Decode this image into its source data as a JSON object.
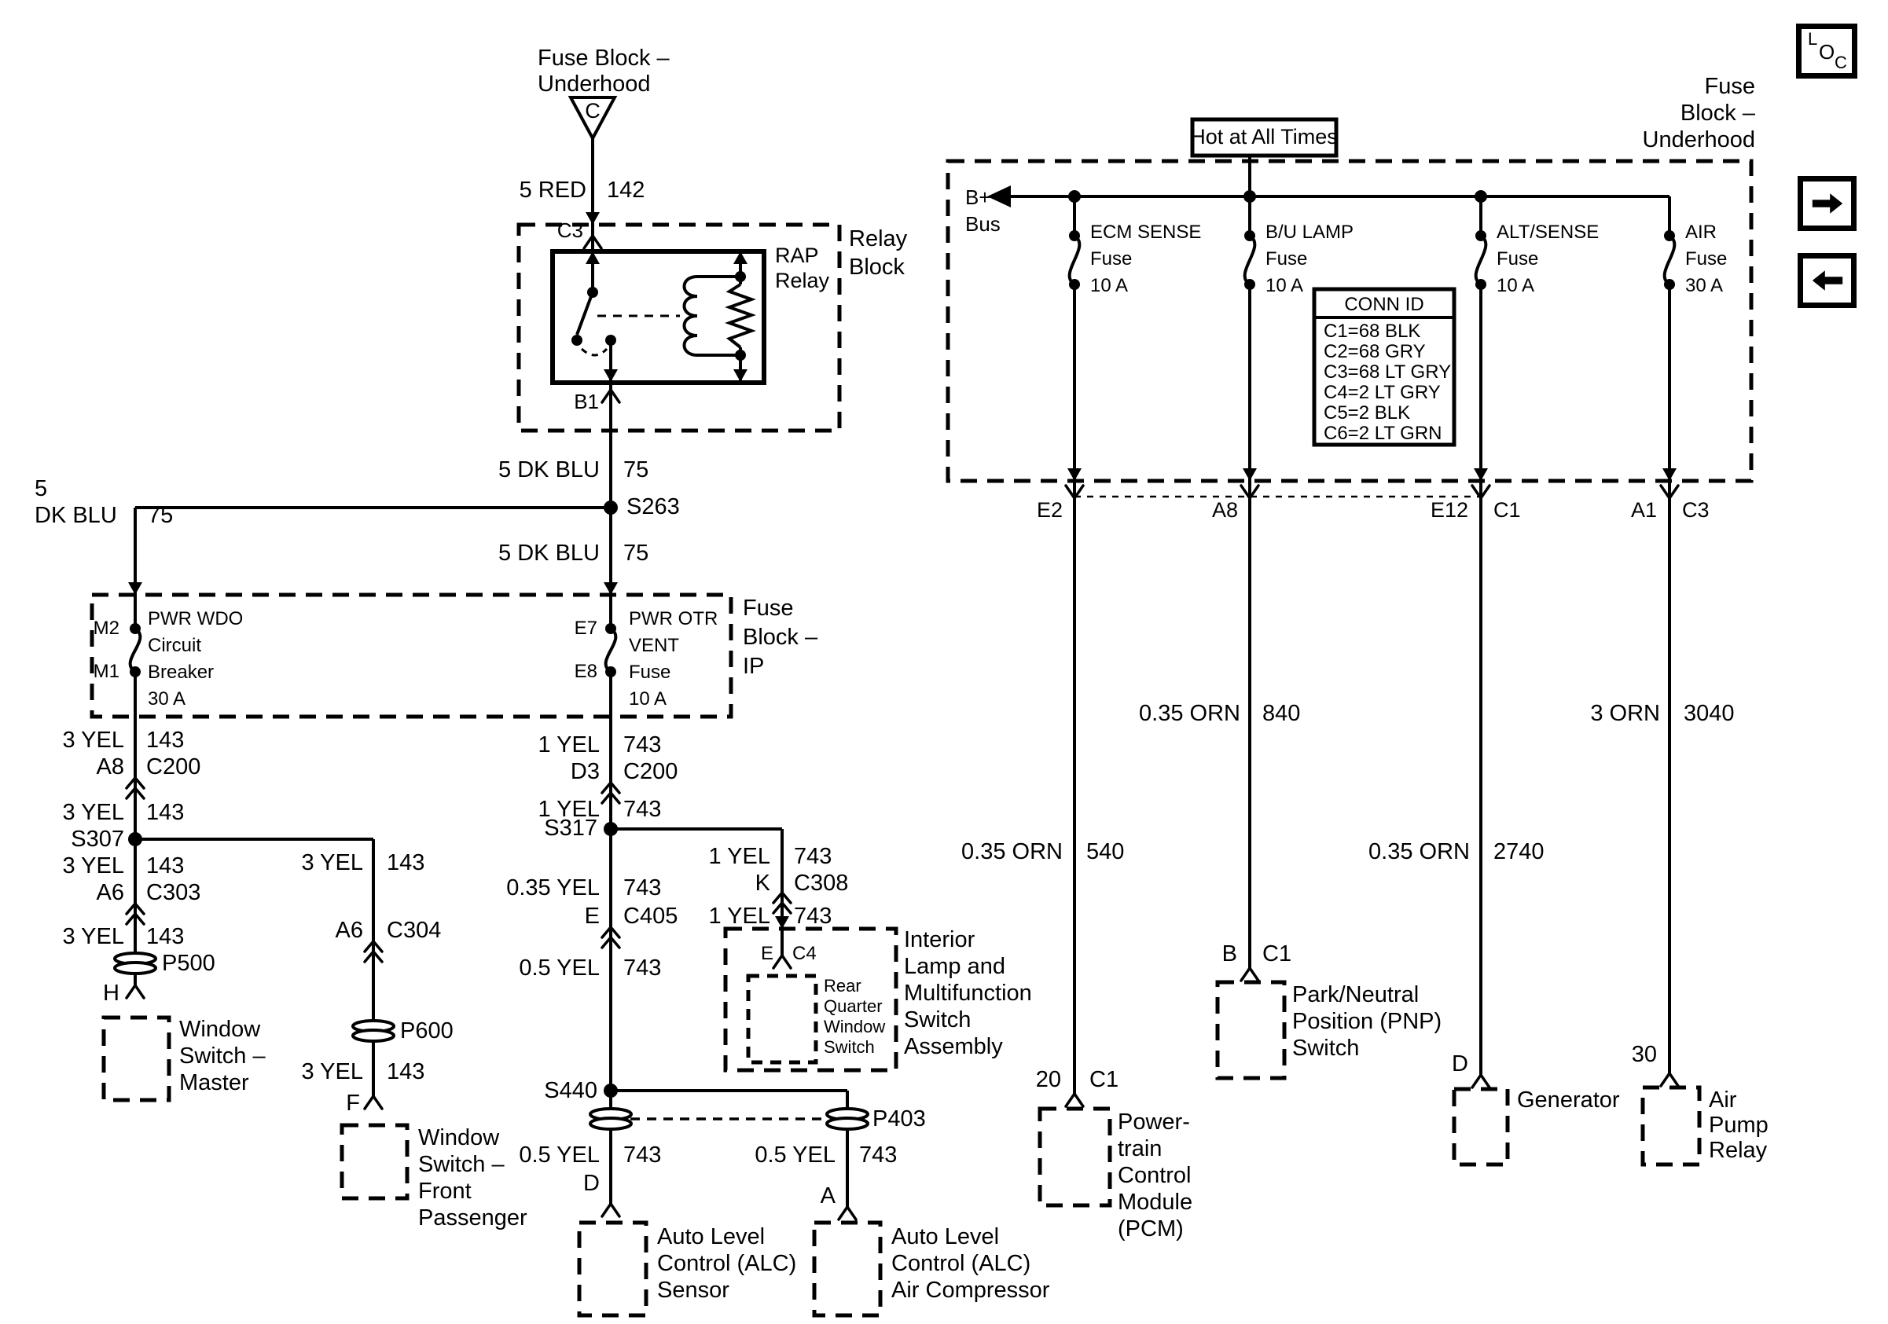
{
  "colors": {
    "ink": "#000000",
    "paper": "#ffffff"
  },
  "nav": {
    "loc_letters": [
      "L",
      "O",
      "C"
    ]
  },
  "power_feed": {
    "source_label": [
      "Fuse Block –",
      "Underhood"
    ],
    "triangle_letter": "C"
  },
  "relay_block": {
    "label": [
      "Relay",
      "Block"
    ],
    "pin_in": "C3",
    "pin_out": "B1",
    "relay_name": [
      "RAP",
      "Relay"
    ]
  },
  "ip_fuse_block": {
    "label": [
      "Fuse",
      "Block –",
      "IP"
    ],
    "breaker": {
      "pin_top": "M2",
      "pin_bottom": "M1",
      "desc": [
        "PWR WDO",
        "Circuit",
        "Breaker",
        "30 A"
      ]
    },
    "fuse": {
      "pin_top": "E7",
      "pin_bottom": "E8",
      "desc": [
        "PWR OTR",
        "VENT",
        "Fuse",
        "10 A"
      ]
    }
  },
  "splices": {
    "s263": "S263",
    "s307": "S307",
    "s317": "S317",
    "s440": "S440"
  },
  "grommets": {
    "p500": "P500",
    "p600": "P600",
    "p403": "P403"
  },
  "wires": {
    "feed": {
      "sc": "5 RED",
      "ct": "142"
    },
    "s263_above": {
      "sc": "5 DK BLU",
      "ct": "75"
    },
    "s263_below": {
      "sc": "5 DK BLU",
      "ct": "75"
    },
    "s263_left": {
      "size": "5",
      "color": "DK BLU",
      "ct": "75"
    },
    "m_a": {
      "sc": "3 YEL",
      "ct": "143"
    },
    "m_b": {
      "sc": "3 YEL",
      "ct": "143"
    },
    "m_c": {
      "sc": "3 YEL",
      "ct": "143"
    },
    "m_d": {
      "sc": "3 YEL",
      "ct": "143"
    },
    "fp_a": {
      "sc": "3 YEL",
      "ct": "143"
    },
    "fp_b": {
      "sc": "3 YEL",
      "ct": "143"
    },
    "v_a": {
      "sc": "1 YEL",
      "ct": "743"
    },
    "v_b": {
      "sc": "1 YEL",
      "ct": "743"
    },
    "v_c": {
      "sc": "0.35 YEL",
      "ct": "743"
    },
    "v_d": {
      "sc": "0.5 YEL",
      "ct": "743"
    },
    "k_a": {
      "sc": "1 YEL",
      "ct": "743"
    },
    "k_b": {
      "sc": "1 YEL",
      "ct": "743"
    },
    "alc_l": {
      "sc": "0.5 YEL",
      "ct": "743"
    },
    "alc_r": {
      "sc": "0.5 YEL",
      "ct": "743"
    },
    "orn_1": {
      "sc": "0.35 ORN",
      "ct": "540"
    },
    "orn_2": {
      "sc": "0.35 ORN",
      "ct": "840"
    },
    "orn_3": {
      "sc": "0.35 ORN",
      "ct": "2740"
    },
    "orn_4": {
      "sc": "3 ORN",
      "ct": "3040"
    }
  },
  "connectors": {
    "c200_a8": {
      "pin": "A8",
      "id": "C200"
    },
    "c200_d3": {
      "pin": "D3",
      "id": "C200"
    },
    "c303": {
      "pin": "A6",
      "id": "C303"
    },
    "c304": {
      "pin": "A6",
      "id": "C304"
    },
    "c405": {
      "pin": "E",
      "id": "C405"
    },
    "c308": {
      "pin": "K",
      "id": "C308"
    },
    "c4": {
      "pin": "E",
      "id": "C4"
    }
  },
  "components": {
    "window_master": {
      "pin": "H",
      "name": [
        "Window",
        "Switch –",
        "Master"
      ]
    },
    "window_fp": {
      "pin": "F",
      "name": [
        "Window",
        "Switch –",
        "Front",
        "Passenger"
      ]
    },
    "rear_qtr": {
      "name": [
        "Rear",
        "Quarter",
        "Window",
        "Switch"
      ]
    },
    "interior_asm": {
      "name": [
        "Interior",
        "Lamp and",
        "Multifunction",
        "Switch",
        "Assembly"
      ]
    },
    "alc_sensor": {
      "pin": "D",
      "name": [
        "Auto Level",
        "Control (ALC)",
        "Sensor"
      ]
    },
    "alc_comp": {
      "pin": "A",
      "name": [
        "Auto Level",
        "Control (ALC)",
        "Air Compressor"
      ]
    },
    "pcm": {
      "pin": "20",
      "conn": "C1",
      "name": [
        "Power-",
        "train",
        "Control",
        "Module",
        "(PCM)"
      ]
    },
    "pnp": {
      "pin": "B",
      "conn": "C1",
      "name": [
        "Park/Neutral",
        "Position (PNP)",
        "Switch"
      ]
    },
    "generator": {
      "pin": "D",
      "name": [
        "Generator"
      ]
    },
    "air_pump_relay": {
      "pin": "30",
      "name": [
        "Air",
        "Pump",
        "Relay"
      ]
    }
  },
  "underhood_block": {
    "banner": "Hot at All Times",
    "label": [
      "Fuse",
      "Block –",
      "Underhood"
    ],
    "bus": [
      "B+",
      "Bus"
    ],
    "fuses": [
      {
        "name": "ECM SENSE",
        "type": "Fuse",
        "rating": "10 A"
      },
      {
        "name": "B/U LAMP",
        "type": "Fuse",
        "rating": "10 A"
      },
      {
        "name": "ALT/SENSE",
        "type": "Fuse",
        "rating": "10 A"
      },
      {
        "name": "AIR",
        "type": "Fuse",
        "rating": "30 A"
      }
    ],
    "conn_id": {
      "title": "CONN ID",
      "rows": [
        "C1=68 BLK",
        "C2=68 GRY",
        "C3=68 LT GRY",
        "C4=2 LT GRY",
        "C5=2 BLK",
        "C6=2 LT GRN"
      ]
    },
    "pins": {
      "e2": "E2",
      "a8": "A8",
      "e12": "E12",
      "e12_conn": "C1",
      "a1": "A1",
      "a1_conn": "C3"
    }
  }
}
